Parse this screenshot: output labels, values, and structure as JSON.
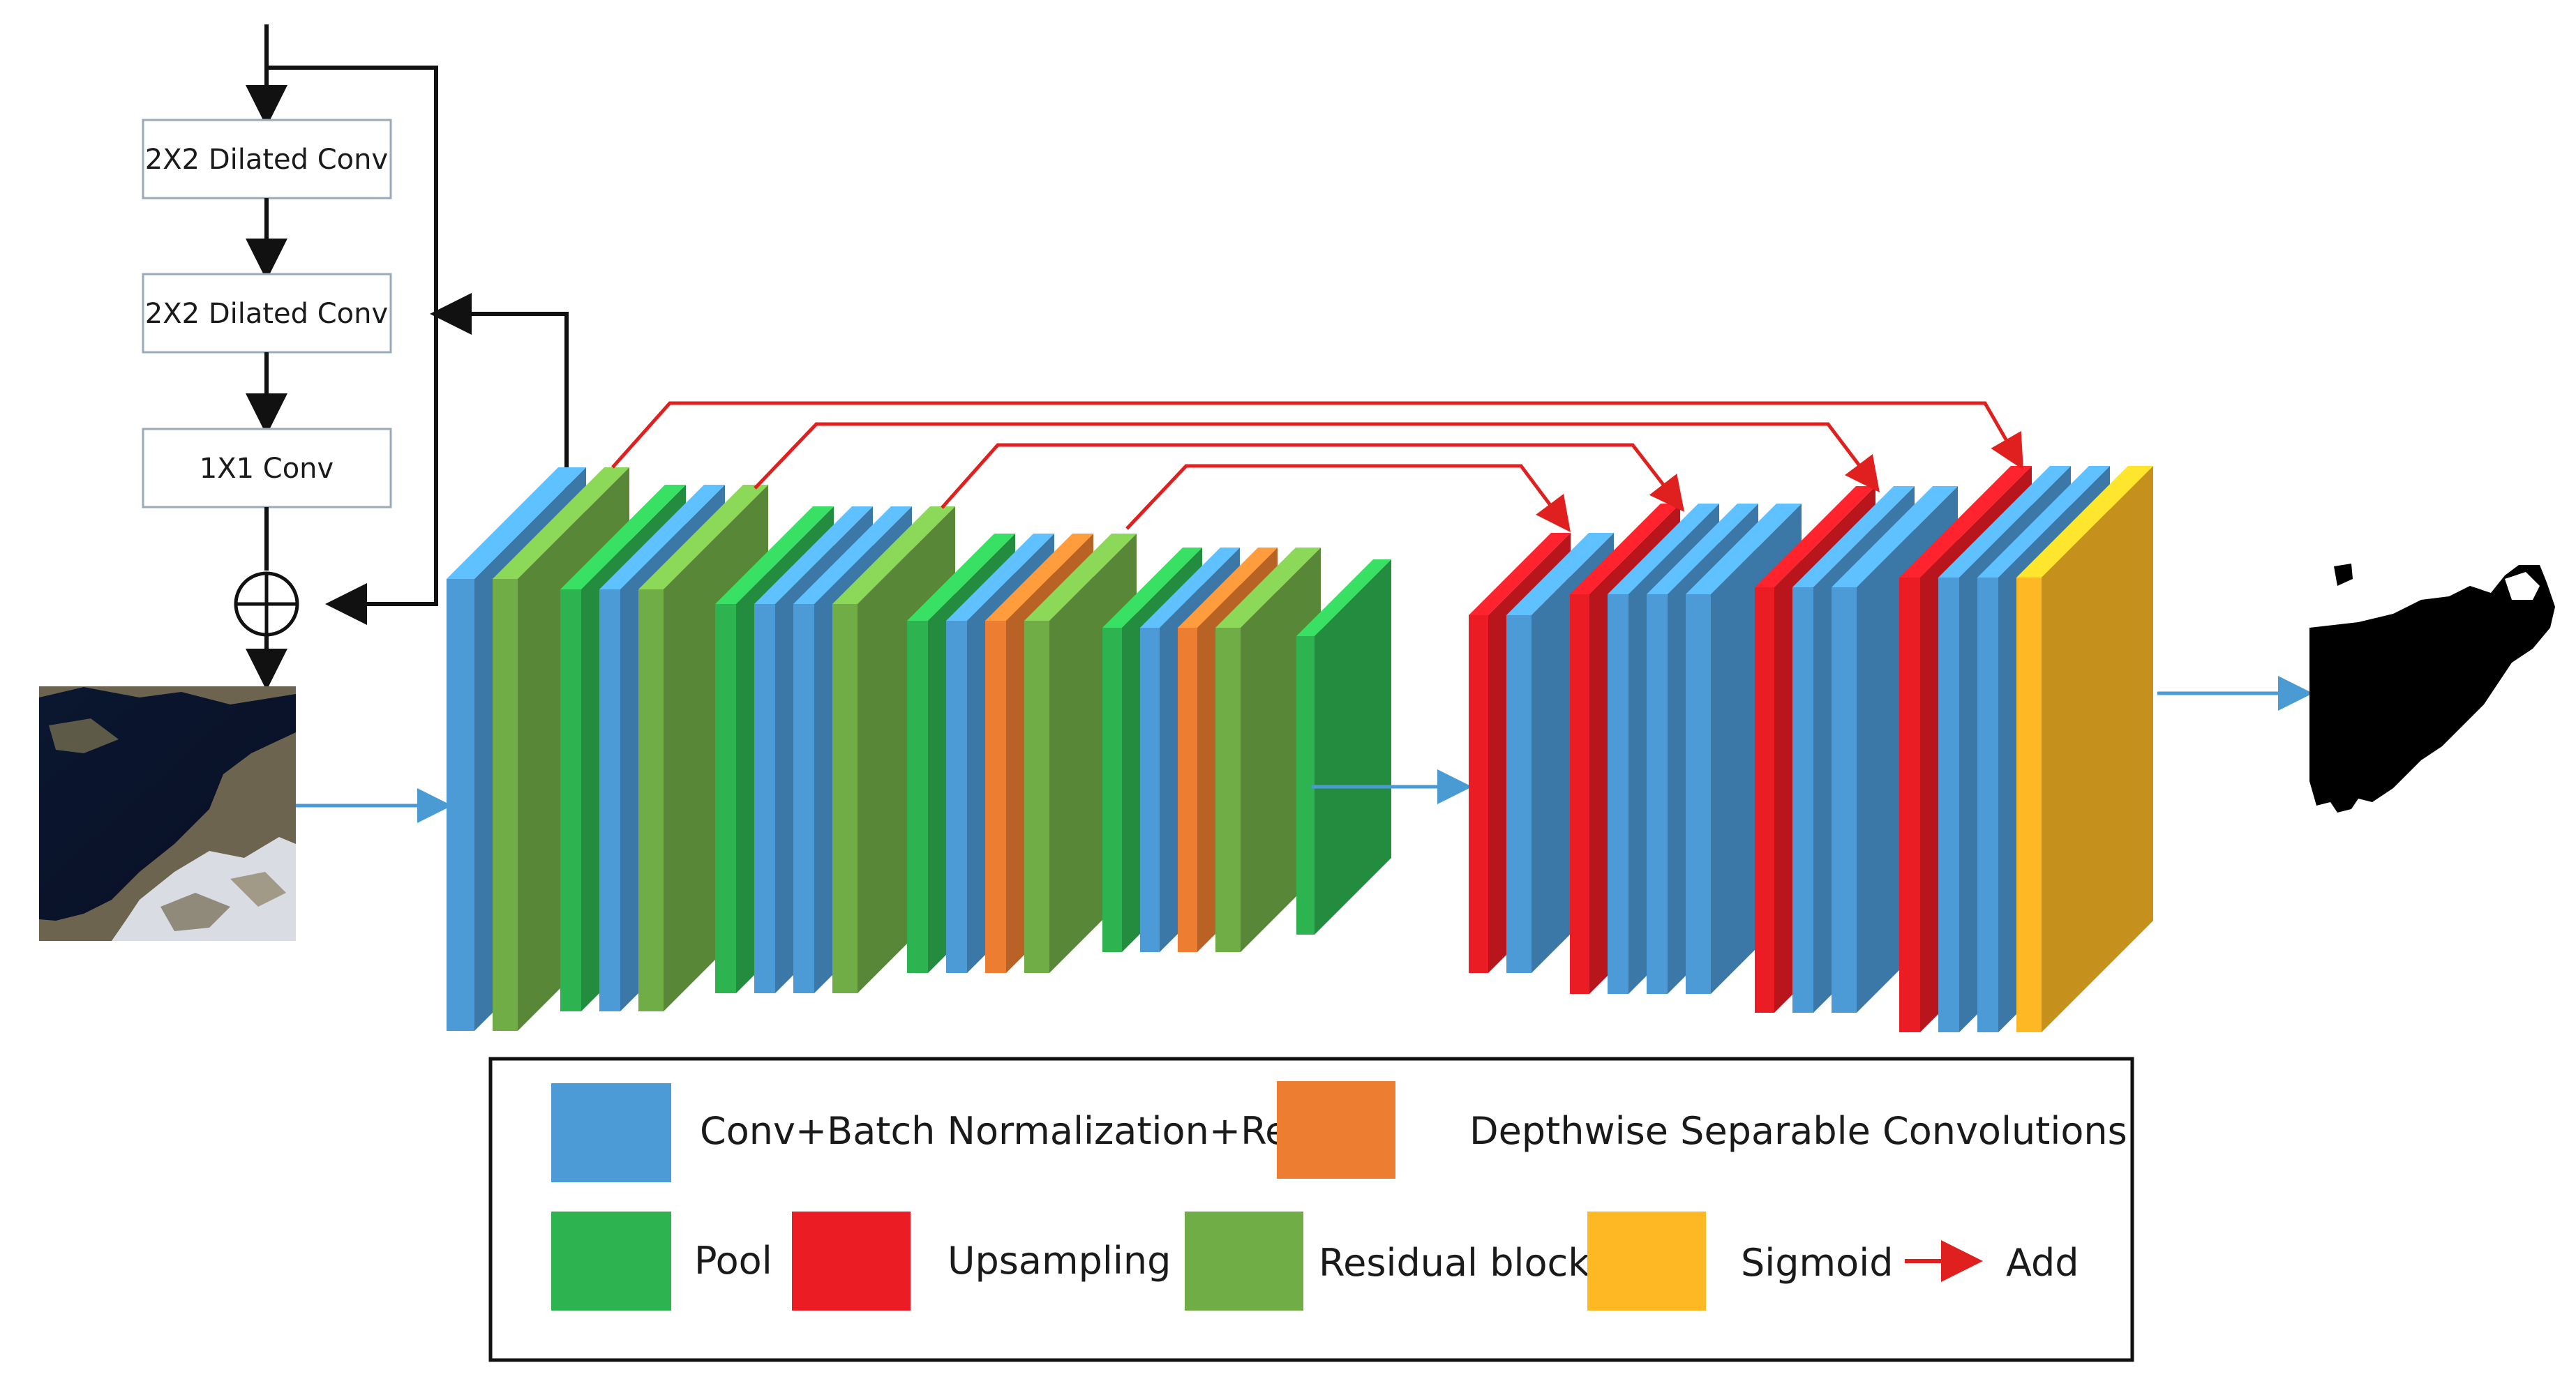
{
  "colors": {
    "conv": "#4C9AD6",
    "depthwise": "#ED7D31",
    "pool": "#2DB34F",
    "upsampling": "#EC1C24",
    "residual": "#70AD47",
    "sigmoid": "#FDB823",
    "add_arrow": "#E0201E",
    "flow_arrow": "#4A9BD4",
    "line": "#111111"
  },
  "dilated_block": {
    "box1": "2X2 Dilated Conv",
    "box2": "2X2 Dilated Conv",
    "box3": "1X1  Conv"
  },
  "input_image": {
    "description_icon": "satellite-image-icon"
  },
  "output_image": {
    "description_icon": "segmentation-mask-icon"
  },
  "encoder_layers": [
    "conv",
    "residual",
    "pool",
    "conv",
    "residual",
    "pool",
    "conv",
    "conv",
    "residual",
    "pool",
    "conv",
    "depthwise",
    "residual",
    "pool",
    "conv",
    "depthwise",
    "residual",
    "pool"
  ],
  "decoder_layers": [
    "upsampling",
    "conv",
    "upsampling",
    "conv",
    "conv",
    "conv",
    "upsampling",
    "conv",
    "conv",
    "upsampling",
    "conv",
    "conv",
    "sigmoid"
  ],
  "legend": {
    "conv": "Conv+Batch Normalization+Relu",
    "depthwise": "Depthwise Separable Convolutions",
    "pool": "Pool",
    "upsampling": "Upsampling",
    "residual": "Residual block",
    "sigmoid": "Sigmoid",
    "add": "Add"
  }
}
